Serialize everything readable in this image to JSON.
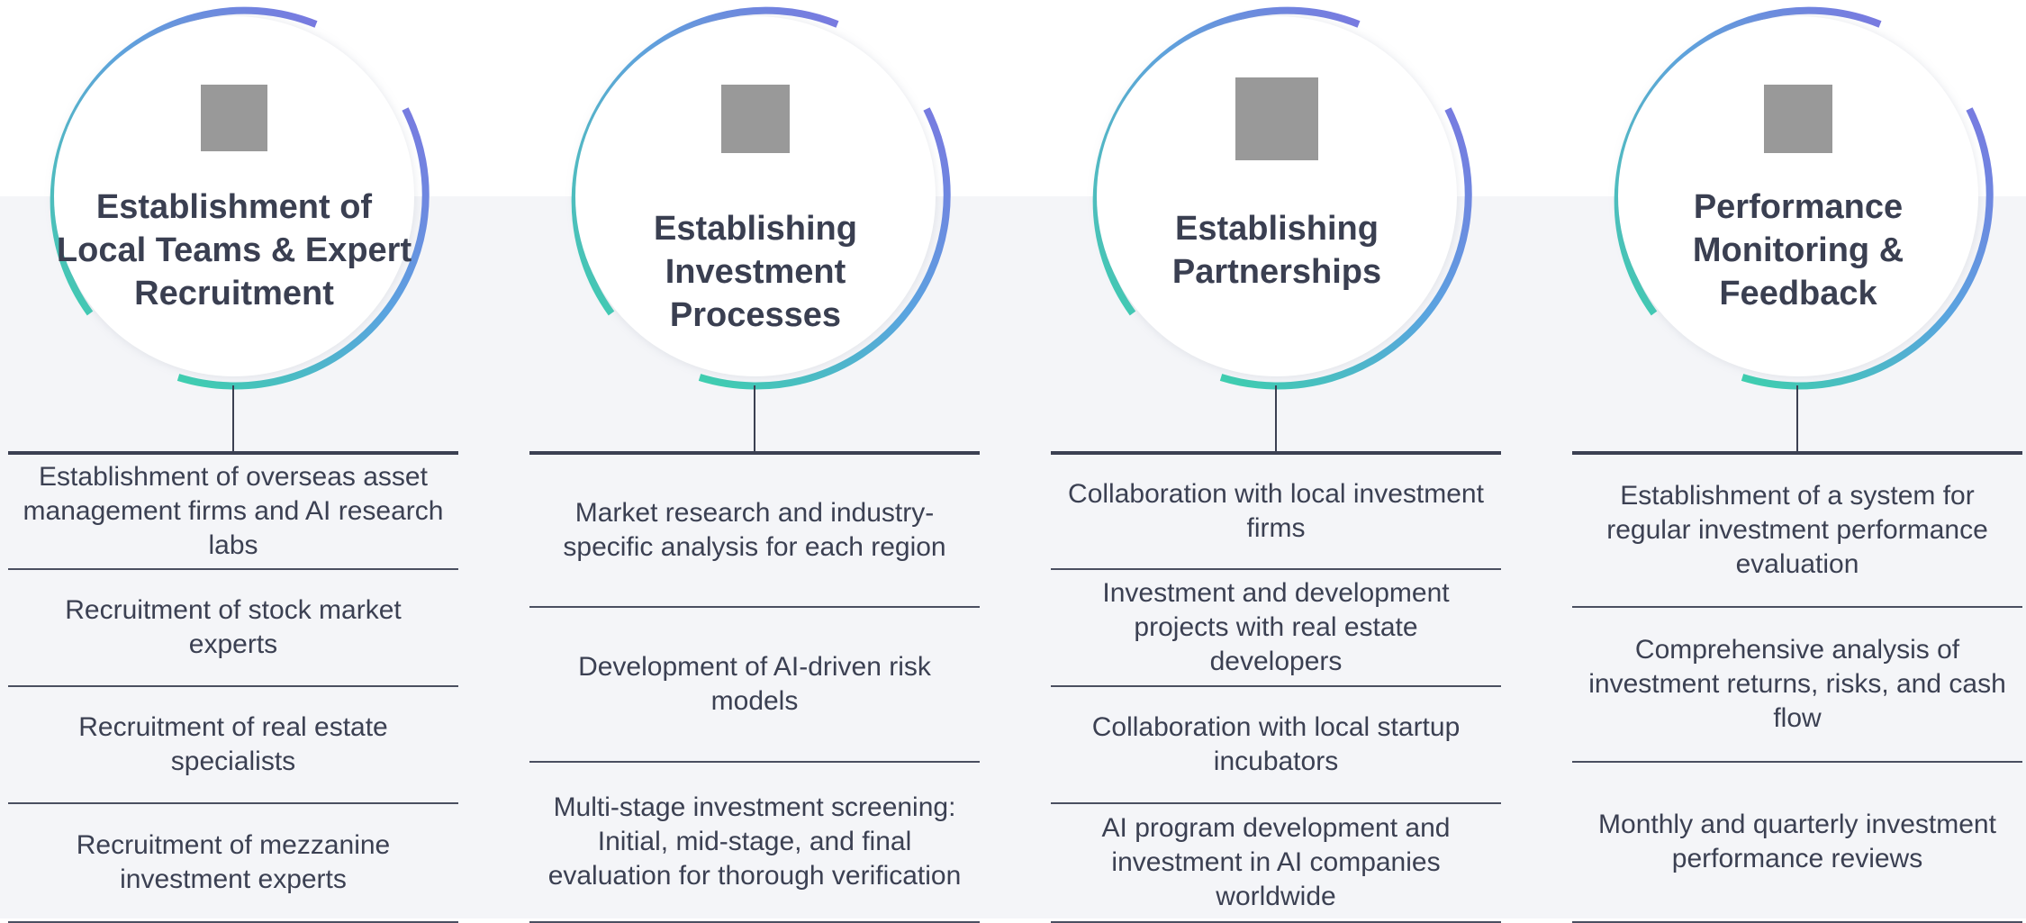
{
  "colors": {
    "ring_gradient": [
      "#3ecfae",
      "#5aa4e0",
      "#7a78e0"
    ],
    "text": "#3b4052",
    "background_band": "#f4f5f8",
    "icon_placeholder": "#999999"
  },
  "columns": [
    {
      "title": "Establishment of\nLocal Teams & Expert\nRecruitment",
      "icon": "image-placeholder-icon",
      "items": [
        "Establishment of overseas asset management firms and AI research labs",
        "Recruitment of stock market experts",
        "Recruitment of real estate specialists",
        "Recruitment of mezzanine investment experts"
      ]
    },
    {
      "title": "Establishing\nInvestment\nProcesses",
      "icon": "image-placeholder-icon",
      "items": [
        "Market research and industry-specific analysis for each region",
        "Development of AI-driven risk models",
        "Multi-stage investment screening: Initial, mid-stage, and final evaluation for thorough verification"
      ]
    },
    {
      "title": "Establishing\nPartnerships",
      "icon": "image-placeholder-icon",
      "items": [
        "Collaboration with local investment firms",
        "Investment and development projects with real estate developers",
        "Collaboration with local startup incubators",
        "AI program development and investment in AI companies worldwide"
      ]
    },
    {
      "title": "Performance\nMonitoring &\nFeedback",
      "icon": "image-placeholder-icon",
      "items": [
        "Establishment of a system for regular investment performance evaluation",
        "Comprehensive analysis of investment returns, risks, and cash flow",
        "Monthly and quarterly investment performance reviews"
      ]
    }
  ]
}
